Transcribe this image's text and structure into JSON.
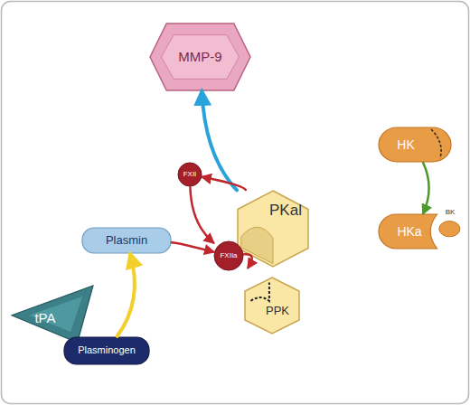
{
  "diagram": {
    "nodes": [
      {
        "text": [
          "MMP-9"
        ]
      },
      {
        "text": [
          "HK"
        ]
      },
      {
        "text": [
          "FXII"
        ]
      },
      {
        "text": [
          "PKal"
        ]
      },
      {
        "text": [
          "HKa"
        ]
      },
      {
        "text": [
          "BK"
        ]
      },
      {
        "text": [
          "Plasmin"
        ]
      },
      {
        "text": [
          "FXIIa"
        ]
      },
      {
        "text": [
          "PPK"
        ]
      },
      {
        "text": [
          "tPA"
        ]
      },
      {
        "text": [
          "Plasminogen"
        ]
      }
    ],
    "edges": [
      {
        "from": 3,
        "to": 0,
        "arrow": "to"
      },
      {
        "from": 3,
        "to": 2,
        "arrow": "to"
      },
      {
        "from": 2,
        "to": 7,
        "arrow": "to"
      },
      {
        "from": 6,
        "to": 7,
        "arrow": "to"
      },
      {
        "from": 7,
        "to": 3,
        "arrow": "to"
      },
      {
        "from": 1,
        "to": 4,
        "arrow": "to"
      },
      {
        "from": 10,
        "to": 6,
        "arrow": "to"
      }
    ]
  }
}
